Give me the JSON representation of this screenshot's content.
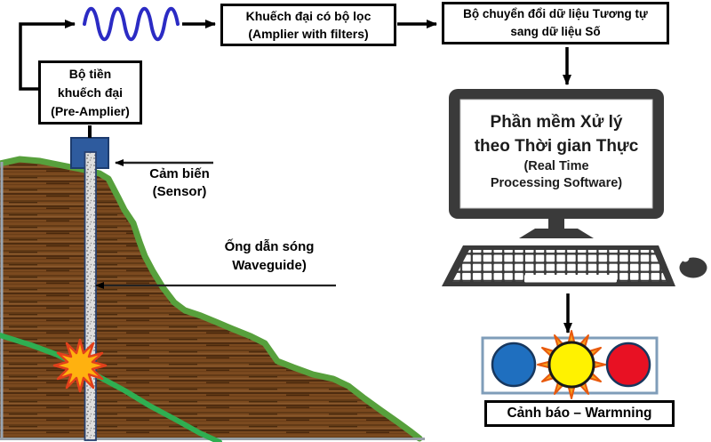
{
  "blocks": {
    "preamp": {
      "lines": [
        "Bộ tiền",
        "khuếch đại",
        "(Pre-Amplier)"
      ]
    },
    "amplifier": {
      "lines": [
        "Khuếch đại có bộ lọc",
        "(Amplier with filters)"
      ]
    },
    "adc": {
      "lines": [
        "Bộ chuyển đổi dữ liệu Tương tự",
        "sang dữ liệu Số"
      ]
    },
    "software": {
      "lines": [
        "Phần mềm Xử lý",
        "theo Thời gian Thực",
        "(Real Time",
        "Processing Software)"
      ]
    },
    "alert_caption": "Cảnh báo – Warmning"
  },
  "labels": {
    "sensor": {
      "lines": [
        "Cảm biến",
        "(Sensor)"
      ]
    },
    "waveguide": {
      "lines": [
        "Ống dẫn sóng",
        "Waveguide)"
      ]
    }
  },
  "icons": {
    "signal_wave": "sine-wave-icon",
    "computer": "monitor-keyboard-mouse-icon",
    "alert_lights": [
      "blue",
      "yellow",
      "red"
    ],
    "fracture": "starburst-icon"
  },
  "colors": {
    "wave_blue": "#2B2BC4",
    "sensor_blue": "#2E5B9E",
    "terrain_brown": "#7B4A1F",
    "terrain_edge_green": "#57A03C",
    "slip_line_green": "#2FAE51",
    "starburst_fill": "#FFB10F",
    "starburst_outline": "#E2401B",
    "alert_light_blue": "#1F6FBF",
    "alert_light_yellow": "#FFF200",
    "alert_light_red": "#E81123",
    "alert_panel_border": "#7F9DB9",
    "device_gray": "#3A3A3A"
  }
}
